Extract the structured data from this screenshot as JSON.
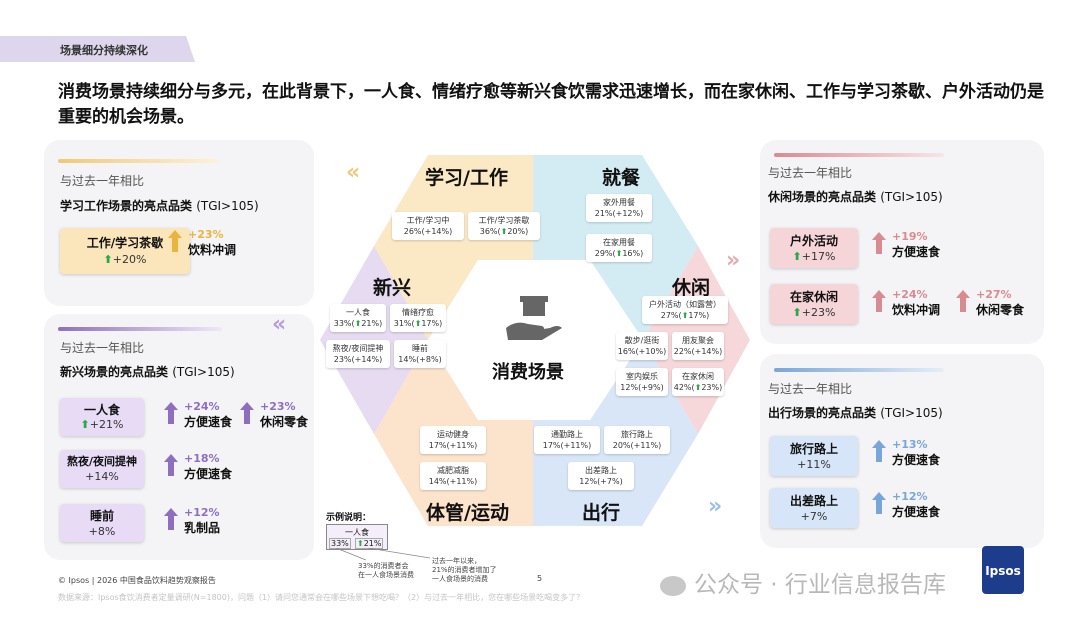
{
  "tag": "场景细分持续深化",
  "headline": "消费场景持续细分与多元，在此背景下，一人食、情绪疗愈等新兴食饮需求迅速增长，而在家休闲、工作与学习茶歇、户外活动仍是重要的机会场景。",
  "compare_label": "与过去一年相比",
  "tgi": "(TGI>105)",
  "cards": {
    "study": {
      "title": "学习工作场景的亮点品类",
      "chips": [
        {
          "name": "工作/学习茶歇",
          "value": "+20%"
        }
      ],
      "gains": [
        {
          "pct": "+23%",
          "cat": "饮料冲调"
        }
      ]
    },
    "new": {
      "title": "新兴场景的亮点品类",
      "chips": [
        {
          "name": "一人食",
          "value": "+21%"
        },
        {
          "name": "熬夜/夜间提神",
          "value": "+14%"
        },
        {
          "name": "睡前",
          "value": "+8%"
        }
      ],
      "gains": [
        {
          "pct": "+24%",
          "cat": "方便速食"
        },
        {
          "pct": "+23%",
          "cat": "休闲零食"
        },
        {
          "pct": "+18%",
          "cat": "方便速食"
        },
        {
          "pct": "+12%",
          "cat": "乳制品"
        }
      ]
    },
    "leisure": {
      "title": "休闲场景的亮点品类",
      "chips": [
        {
          "name": "户外活动",
          "value": "+17%"
        },
        {
          "name": "在家休闲",
          "value": "+23%"
        }
      ],
      "gains": [
        {
          "pct": "+19%",
          "cat": "方便速食"
        },
        {
          "pct": "+24%",
          "cat": "饮料冲调"
        },
        {
          "pct": "+27%",
          "cat": "休闲零食"
        }
      ]
    },
    "travel": {
      "title": "出行场景的亮点品类",
      "chips": [
        {
          "name": "旅行路上",
          "value": "+11%"
        },
        {
          "name": "出差路上",
          "value": "+7%"
        }
      ],
      "gains": [
        {
          "pct": "+13%",
          "cat": "方便速食"
        },
        {
          "pct": "+12%",
          "cat": "方便速食"
        }
      ]
    }
  },
  "hexagon": {
    "center": "消费场景",
    "segments": {
      "study": "学习/工作",
      "dining": "就餐",
      "leisure": "休闲",
      "travel": "出行",
      "fitness": "体管/运动",
      "new": "新兴"
    },
    "items": {
      "study": [
        {
          "name": "工作/学习中",
          "value": "26%(+14%)"
        },
        {
          "name": "工作/学习茶歇",
          "value": "36%(",
          "gain": "20%)"
        }
      ],
      "dining": [
        {
          "name": "家外用餐",
          "value": "21%(+12%)"
        },
        {
          "name": "在家用餐",
          "value": "29%(",
          "gain": "16%)"
        }
      ],
      "leisure": [
        {
          "name": "户外活动（如露营）",
          "value": "27%(",
          "gain": "17%)"
        },
        {
          "name": "散步/逛街",
          "value": "16%(+10%)"
        },
        {
          "name": "朋友聚会",
          "value": "22%(+14%)"
        },
        {
          "name": "室内娱乐",
          "value": "12%(+9%)"
        },
        {
          "name": "在家休闲",
          "value": "42%(",
          "gain": "23%)"
        }
      ],
      "travel": [
        {
          "name": "通勤路上",
          "value": "17%(+11%)"
        },
        {
          "name": "旅行路上",
          "value": "20%(+11%)"
        },
        {
          "name": "出差路上",
          "value": "12%(+7%)"
        }
      ],
      "fitness": [
        {
          "name": "运动健身",
          "value": "17%(+11%)"
        },
        {
          "name": "减肥减脂",
          "value": "14%(+11%)"
        }
      ],
      "new": [
        {
          "name": "一人食",
          "value": "33%(",
          "gain": "21%)"
        },
        {
          "name": "情绪疗愈",
          "value": "31%(",
          "gain": "17%)"
        },
        {
          "name": "熬夜/夜间提神",
          "value": "23%(+14%)"
        },
        {
          "name": "睡前",
          "value": "14%(+8%)"
        }
      ]
    }
  },
  "example": {
    "label": "示例说明：",
    "name": "一人食",
    "value": "33%",
    "gain": "21%",
    "note1": [
      "33%的消费者会",
      "在一人食场景消费"
    ],
    "note2": [
      "过去一年以来，",
      "21%的消费者增加了",
      "一人食场景的消费"
    ]
  },
  "footer": "© Ipsos | 2026 中国食品饮料趋势观察报告",
  "page": "5",
  "source": "数据来源：Ipsos食饮消费者定量调研(N=1800)，问题（1）请问您通常会在哪些场景下想吃喝？（2）与过去一年相比，您在哪些场景吃喝变多了？",
  "watermark": "公众号 · 行业信息报告库",
  "logo": "Ipsos",
  "colors": {
    "green": "#2aa84a",
    "study": "#fbe9c6",
    "dining": "#d3ecf3",
    "leisure": "#f6d8db",
    "travel": "#d8e6f7",
    "fitness": "#fbe3cc",
    "new": "#e6dbf1"
  }
}
